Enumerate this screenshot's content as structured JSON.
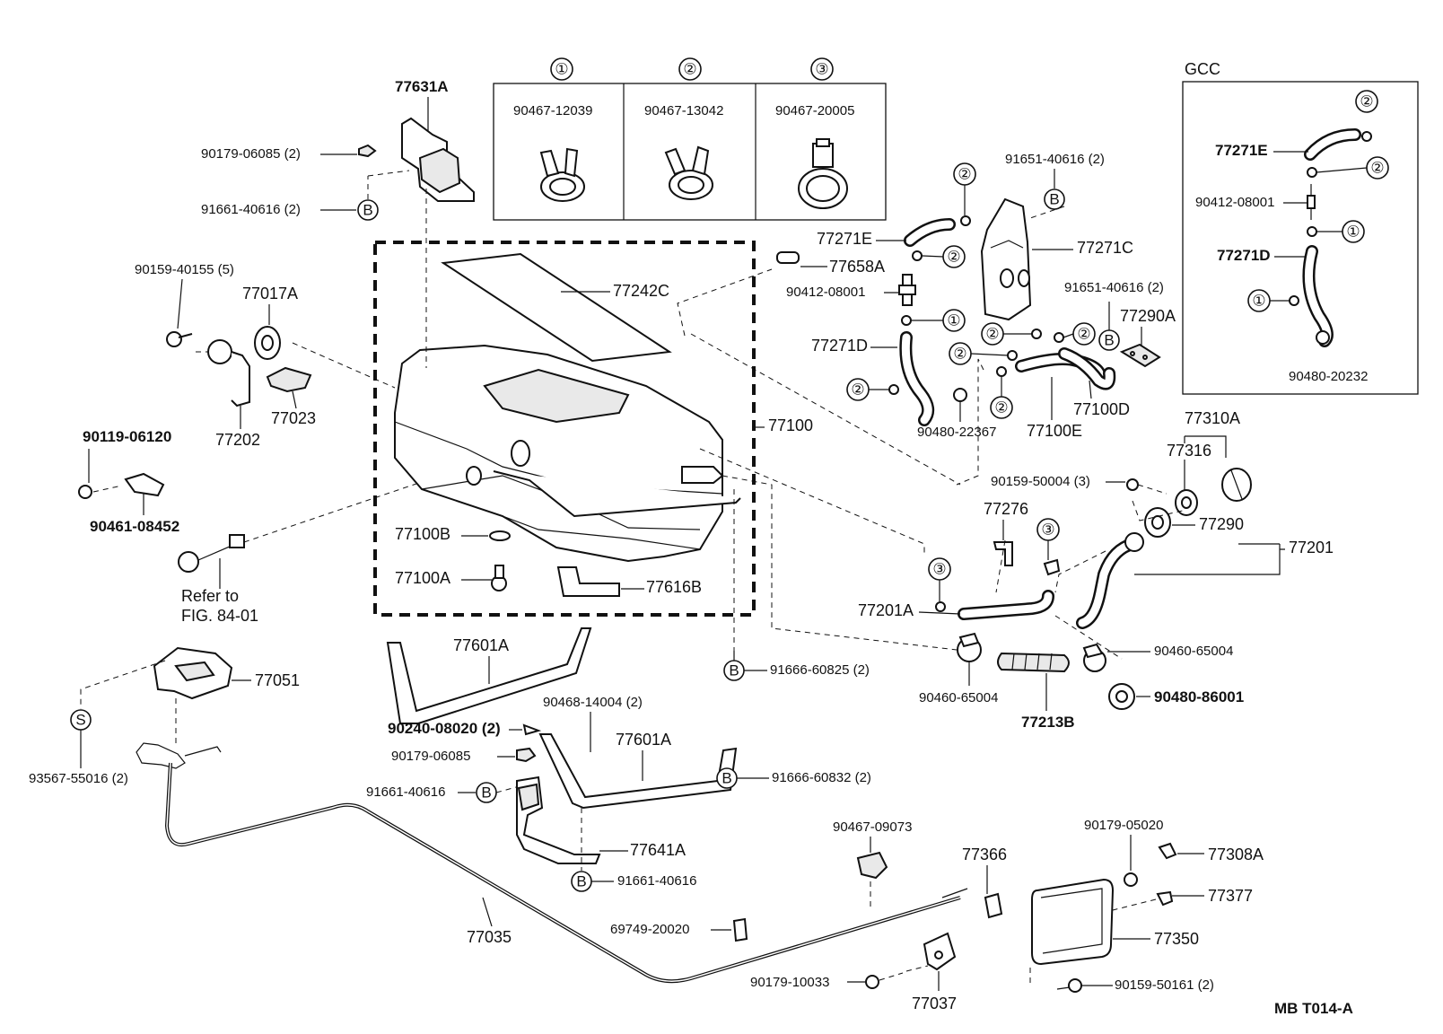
{
  "header": {
    "clamp_refs": [
      "①",
      "②",
      "③"
    ],
    "clamp_parts": [
      "90467-12039",
      "90467-13042",
      "90467-20005"
    ]
  },
  "gcc": {
    "title": "GCC",
    "labels": [
      "77271E",
      "90412-08001",
      "77271D",
      "90480-20232"
    ]
  },
  "refs": {
    "one": "①",
    "two": "②",
    "three": "③",
    "B": "B",
    "S": "S"
  },
  "labels": {
    "l77631A": "77631A",
    "l90179_06085_2": "90179-06085 (2)",
    "l91661_40616_2": "91661-40616 (2)",
    "l90159_40155_5": "90159-40155 (5)",
    "l77017A": "77017A",
    "l77023": "77023",
    "l77202": "77202",
    "l90119_06120": "90119-06120",
    "l90461_08452": "90461-08452",
    "refer_to": "Refer to",
    "fig": "FIG. 84-01",
    "l77242C": "77242C",
    "l77658A": "77658A",
    "l77100": "77100",
    "l77100B": "77100B",
    "l77100A": "77100A",
    "l77616B": "77616B",
    "l77601A_1": "77601A",
    "l77601A_2": "77601A",
    "l91666_60825_2": "91666-60825 (2)",
    "l90240_08020_2": "90240-08020 (2)",
    "l90468_14004_2": "90468-14004 (2)",
    "l90179_06085": "90179-06085",
    "l91661_40616": "91661-40616",
    "l91666_60832_2": "91666-60832 (2)",
    "l77641A": "77641A",
    "l91661_40616_b": "91661-40616",
    "l77051": "77051",
    "l93567_55016_2": "93567-55016 (2)",
    "l77035": "77035",
    "l69749_20020": "69749-20020",
    "l90467_09073": "90467-09073",
    "l77366": "77366",
    "l90179_10033": "90179-10033",
    "l77037": "77037",
    "l90179_05020": "90179-05020",
    "l77308A": "77308A",
    "l77377": "77377",
    "l77350": "77350",
    "l90159_50161_2": "90159-50161 (2)",
    "l91651_40616_2a": "91651-40616 (2)",
    "l77271E": "77271E",
    "l77271C": "77271C",
    "l90412_08001": "90412-08001",
    "l91651_40616_2b": "91651-40616 (2)",
    "l77290A": "77290A",
    "l77271D": "77271D",
    "l90480_22367": "90480-22367",
    "l77100E": "77100E",
    "l77100D": "77100D",
    "l77310A": "77310A",
    "l77316": "77316",
    "l90159_50004_3": "90159-50004 (3)",
    "l77276": "77276",
    "l77290": "77290",
    "l77201": "77201",
    "l77201A": "77201A",
    "l90460_65004_a": "90460-65004",
    "l90460_65004_b": "90460-65004",
    "l77213B": "77213B",
    "l90480_86001": "90480-86001",
    "code": "MB T014-A"
  }
}
